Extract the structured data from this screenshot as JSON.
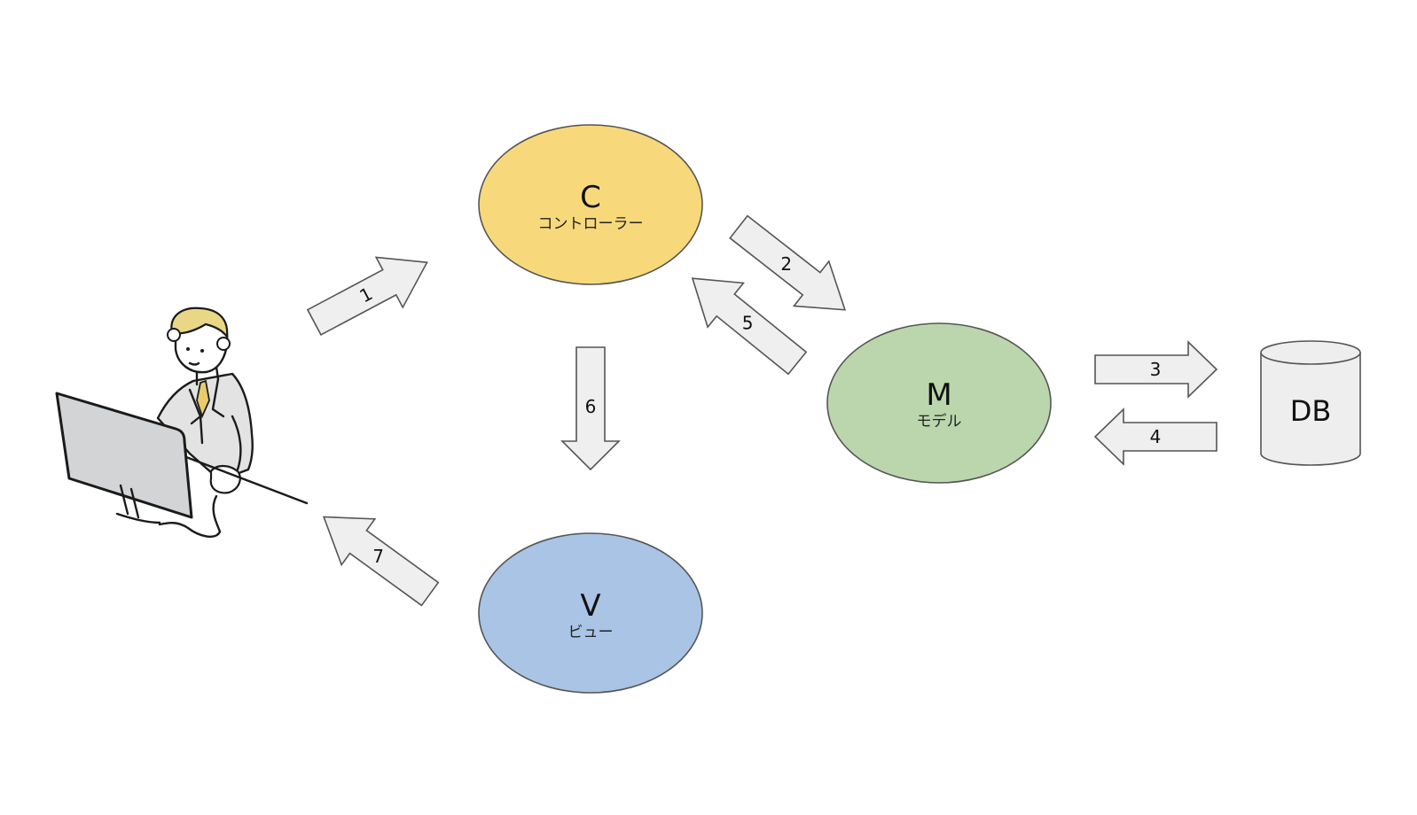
{
  "nodes": {
    "controller": {
      "letter": "C",
      "subtitle": "コントローラー",
      "color": "#f7d97c"
    },
    "model": {
      "letter": "M",
      "subtitle": "モデル",
      "color": "#bbd6ad"
    },
    "view": {
      "letter": "V",
      "subtitle": "ビュー",
      "color": "#a9c4e5"
    },
    "db": {
      "label": "DB",
      "color": "#eeeeee"
    }
  },
  "arrows": [
    {
      "id": "1",
      "label": "1"
    },
    {
      "id": "2",
      "label": "2"
    },
    {
      "id": "3",
      "label": "3"
    },
    {
      "id": "4",
      "label": "4"
    },
    {
      "id": "5",
      "label": "5"
    },
    {
      "id": "6",
      "label": "6"
    },
    {
      "id": "7",
      "label": "7"
    }
  ],
  "arrow_fill": "#efefef",
  "outline_color": "#555555"
}
